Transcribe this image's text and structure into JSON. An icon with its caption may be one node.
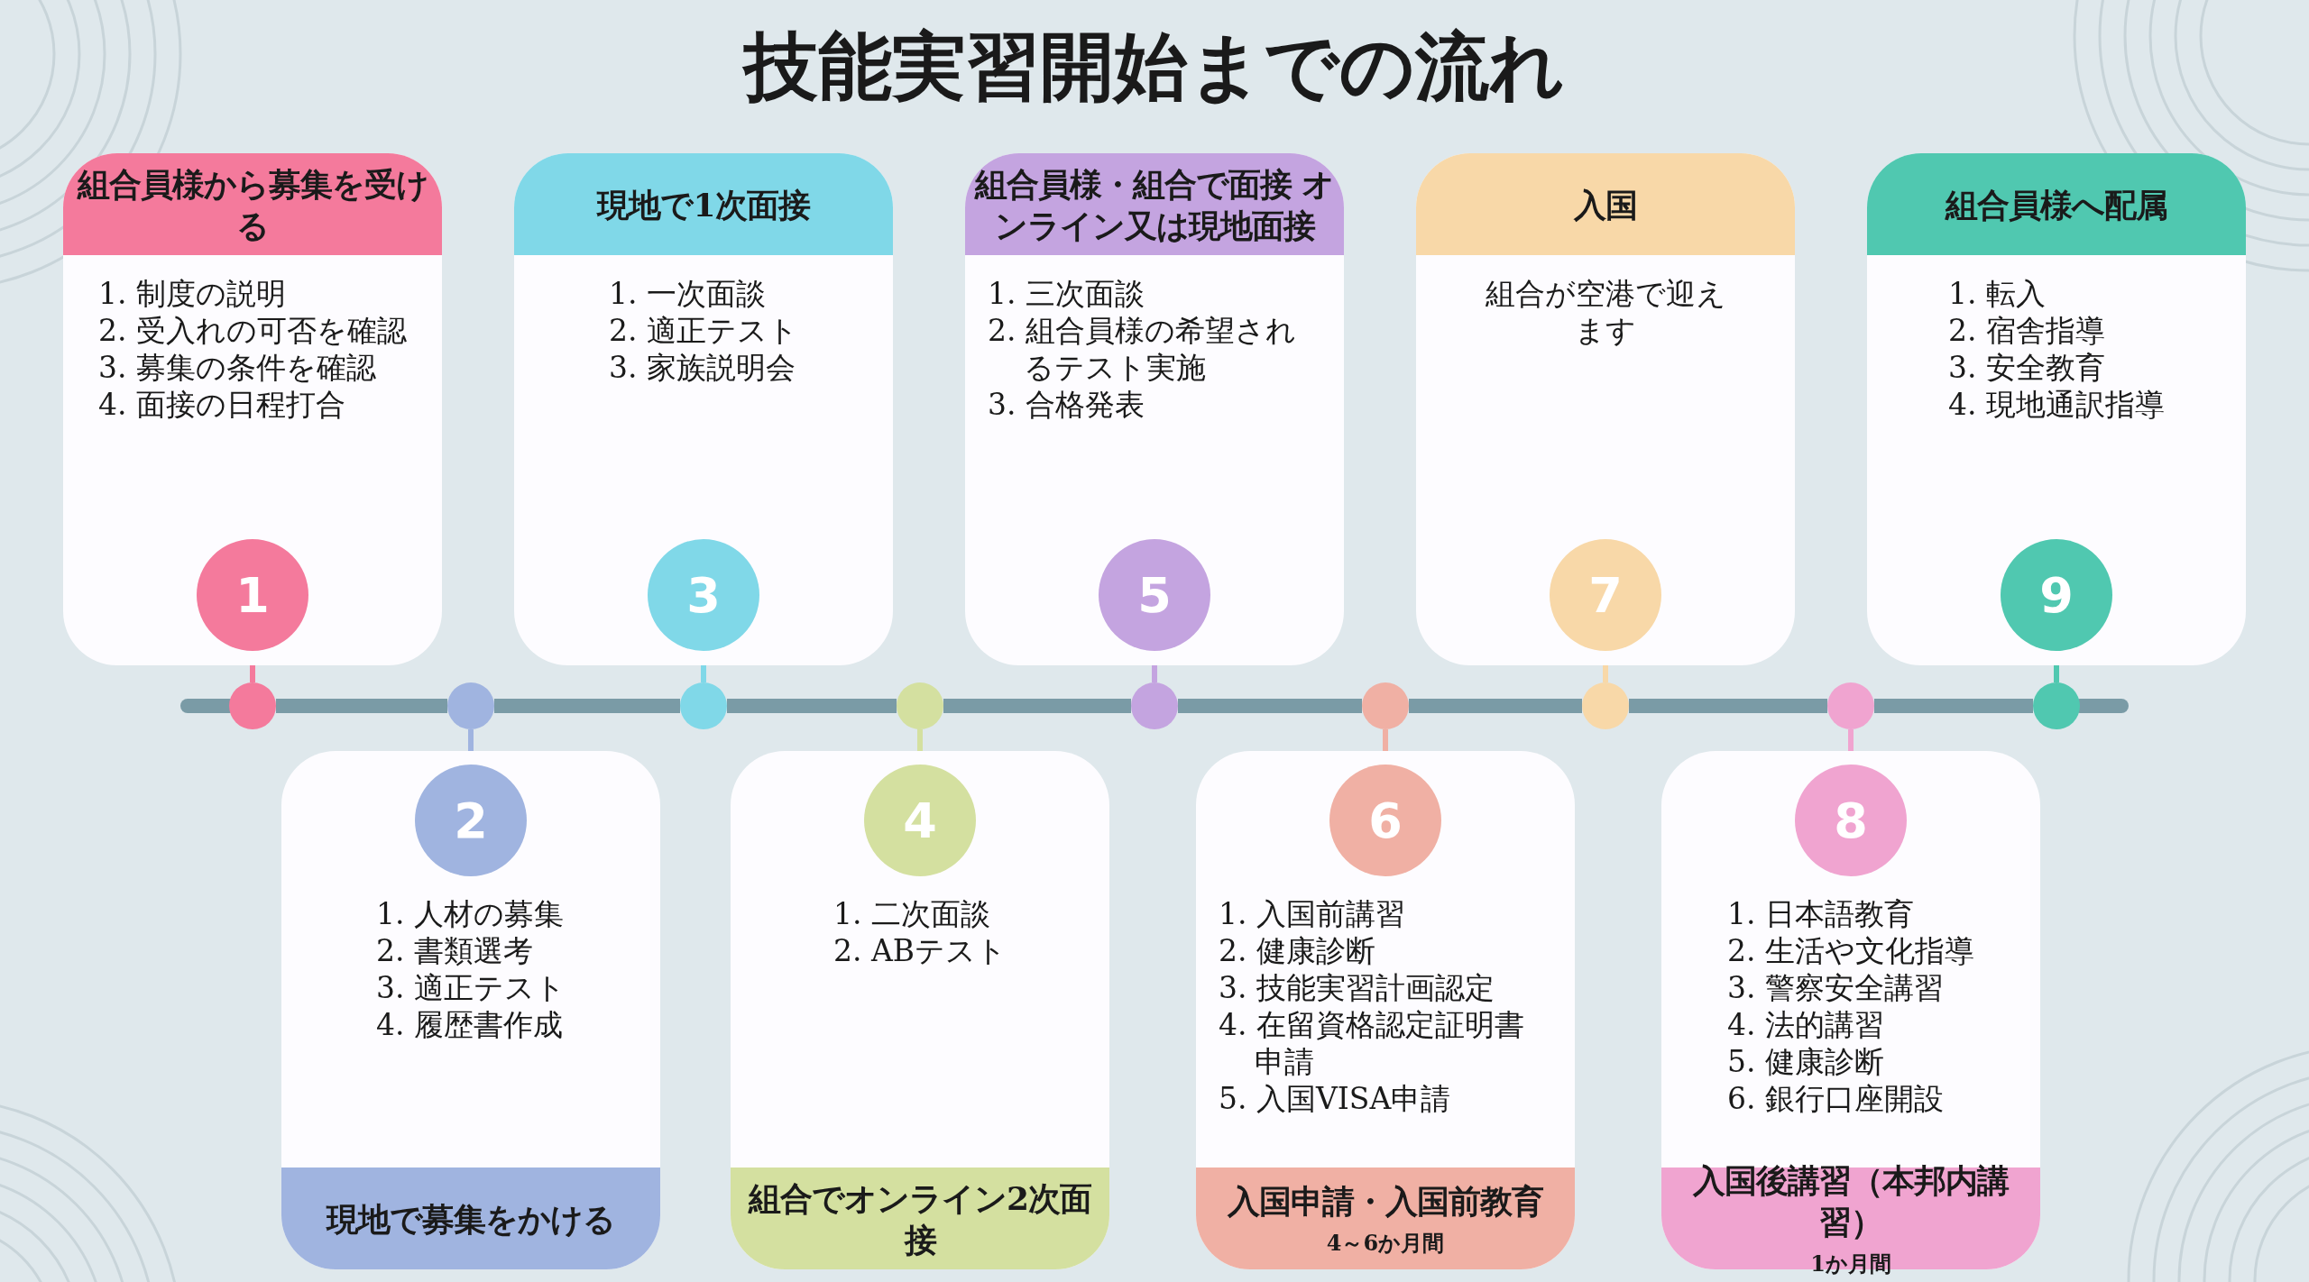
{
  "diagram": {
    "title": "技能実習開始までの流れ",
    "nodes": [
      {
        "text": [
          "組合員様から募集を受ける",
          "1. 制度の説明",
          "2. 受入れの可否を確認",
          "3. 募集の条件を確認",
          "4. 面接の日程打合"
        ]
      },
      {
        "text": [
          "1"
        ],
        "in": 0
      },
      {
        "text": [
          "1. 人材の募集",
          "2. 書類選考",
          "3. 適正テスト",
          "4. 履歴書作成",
          "現地で募集をかける"
        ]
      },
      {
        "text": [
          "2"
        ],
        "in": 2
      },
      {
        "text": [
          "現地で1次面接",
          "1. 一次面談",
          "2. 適正テスト",
          "3. 家族説明会"
        ]
      },
      {
        "text": [
          "3"
        ],
        "in": 4
      },
      {
        "text": [
          "1. 二次面談",
          "2. ABテスト",
          "組合でオンライン2次面接"
        ]
      },
      {
        "text": [
          "4"
        ],
        "in": 6
      },
      {
        "text": [
          "組合員様・組合で面接 オンライン又は現地面接",
          "1. 三次面談",
          "2. 組合員様の希望されるテスト実施",
          "3. 合格発表"
        ]
      },
      {
        "text": [
          "5"
        ],
        "in": 8
      },
      {
        "text": [
          "1. 入国前講習",
          "2. 健康診断",
          "3. 技能実習計画認定",
          "4. 在留資格認定証明書申請",
          "5. 入国VISA申請",
          "入国申請・入国前教育",
          "4～6か月間"
        ]
      },
      {
        "text": [
          "6"
        ],
        "in": 10
      },
      {
        "text": [
          "入国",
          "組合が空港で迎えます"
        ]
      },
      {
        "text": [
          "7"
        ],
        "in": 12
      },
      {
        "text": [
          "1. 日本語教育",
          "2. 生活や文化指導",
          "3. 警察安全講習",
          "4. 法的講習",
          "5. 健康診断",
          "6. 銀行口座開設",
          "入国後講習（本邦内講習）",
          "1か月間"
        ]
      },
      {
        "text": [
          "8"
        ],
        "in": 14
      },
      {
        "text": [
          "組合員様へ配属",
          "1. 転入",
          "2. 宿舎指導",
          "3. 安全教育",
          "4. 現地通訳指導"
        ]
      },
      {
        "text": [
          "9"
        ],
        "in": 16
      },
      {
        "text": [],
        "shape": "circle"
      },
      {
        "text": [],
        "shape": "circle"
      },
      {
        "text": [],
        "shape": "circle"
      },
      {
        "text": [],
        "shape": "circle"
      },
      {
        "text": [],
        "shape": "circle"
      },
      {
        "text": [],
        "shape": "circle"
      },
      {
        "text": [],
        "shape": "circle"
      },
      {
        "text": [],
        "shape": "circle"
      },
      {
        "text": [],
        "shape": "circle"
      }
    ],
    "edges": [
      {
        "from": 1,
        "to": 18,
        "arrow": "none",
        "color": "#f47a9c"
      },
      {
        "from": 3,
        "to": 19,
        "arrow": "none",
        "color": "#a0b4e0"
      },
      {
        "from": 5,
        "to": 20,
        "arrow": "none",
        "color": "#80d8e8"
      },
      {
        "from": 7,
        "to": 21,
        "arrow": "none",
        "color": "#d4e0a0"
      },
      {
        "from": 9,
        "to": 22,
        "arrow": "none",
        "color": "#c4a4e0"
      },
      {
        "from": 11,
        "to": 23,
        "arrow": "none",
        "color": "#f0b0a4"
      },
      {
        "from": 13,
        "to": 24,
        "arrow": "none",
        "color": "#f8d8a8"
      },
      {
        "from": 15,
        "to": 25,
        "arrow": "none",
        "color": "#f0a4d0"
      },
      {
        "from": 17,
        "to": 26,
        "arrow": "none",
        "color": "#50c8b0"
      },
      {
        "from": 18,
        "to": 19,
        "arrow": "none",
        "style": "thick"
      },
      {
        "from": 19,
        "to": 20,
        "arrow": "none",
        "style": "thick"
      },
      {
        "from": 20,
        "to": 21,
        "arrow": "none",
        "style": "thick"
      },
      {
        "from": 21,
        "to": 22,
        "arrow": "none",
        "style": "thick"
      },
      {
        "from": 22,
        "to": 23,
        "arrow": "none",
        "style": "thick"
      },
      {
        "from": 23,
        "to": 24,
        "arrow": "none",
        "style": "thick"
      },
      {
        "from": 24,
        "to": 25,
        "arrow": "none",
        "style": "thick"
      },
      {
        "from": 25,
        "to": 26,
        "arrow": "none",
        "style": "thick"
      }
    ]
  }
}
